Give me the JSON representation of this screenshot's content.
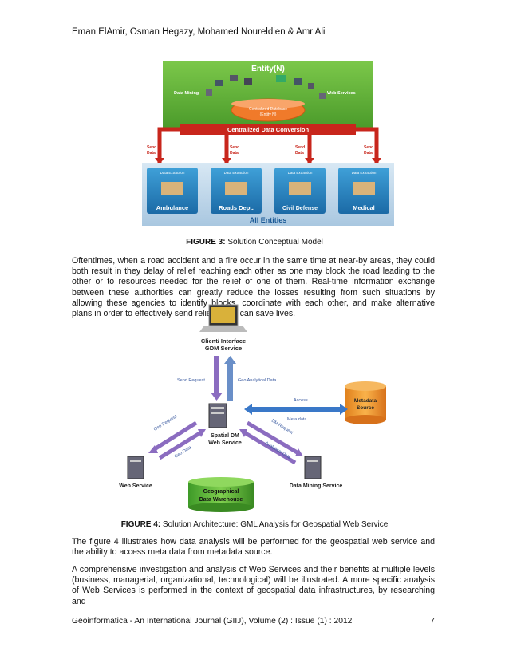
{
  "header": {
    "authors": "Eman ElAmir, Osman Hegazy, Mohamed Noureldien &  Amr Ali"
  },
  "figure3": {
    "entity_title": "Entity(N)",
    "data_mining": "Data Mining",
    "web_services": "Web Services",
    "central_db_line1": "Centralized Database",
    "central_db_line2": "(Entity N)",
    "conversion": "Centralized Data Conversion",
    "send_data_line1": "Send",
    "send_data_line2": "Data",
    "extraction": "Data Extraction",
    "entities": [
      "Ambulance",
      "Roads Dept.",
      "Civil Defense",
      "Medical"
    ],
    "all_entities": "All Entities",
    "caption_label": "FIGURE 3:",
    "caption_text": " Solution Conceptual Model"
  },
  "para1": "Oftentimes, when a road accident and a fire occur in the same time at near-by areas, they could both result in they delay of relief reaching each other as one may block the road leading to the other or to resources needed for the relief of one of them. Real-time information exchange between these authorities can greatly reduce the losses resulting from such situations by allowing these agencies to identify blocks, coordinate with each other, and make alternative plans in order to effectively send relief which can save lives.",
  "figure4": {
    "client_line1": "Client/ Interface",
    "client_line2": "GDM Service",
    "send_request": "Send Request",
    "geo_analytical_data": "Geo Analytical Data",
    "access": "Access",
    "meta_data": "Meta data",
    "metadata_line1": "Metadata",
    "metadata_line2": "Source",
    "spatial_line1": "Spatial DM",
    "spatial_line2": "Web Service",
    "geo_request": "Geo Request",
    "geo_data": "Geo Data",
    "dm_request": "DM Request",
    "analytical_data": "Analytical Data",
    "web_service": "Web Service",
    "data_mining_service": "Data Mining Service",
    "warehouse_line1": "Geographical",
    "warehouse_line2": "Data Warehouse",
    "caption_label": "FIGURE 4:",
    "caption_text": " Solution Architecture: GML Analysis for Geospatial Web Service"
  },
  "para2": "The figure 4 illustrates how data analysis will be performed for the geospatial web service and the ability to access meta data from metadata source.",
  "para3": "A comprehensive investigation and analysis of Web Services and their benefits at multiple levels (business, managerial, organizational, technological) will be illustrated. A more specific analysis of Web Services is performed in the context of geospatial data infrastructures, by researching and",
  "footer": {
    "journal": "Geoinformatica - An International Journal (GIIJ), Volume (2) : Issue (1) : 2012",
    "page": "7"
  }
}
